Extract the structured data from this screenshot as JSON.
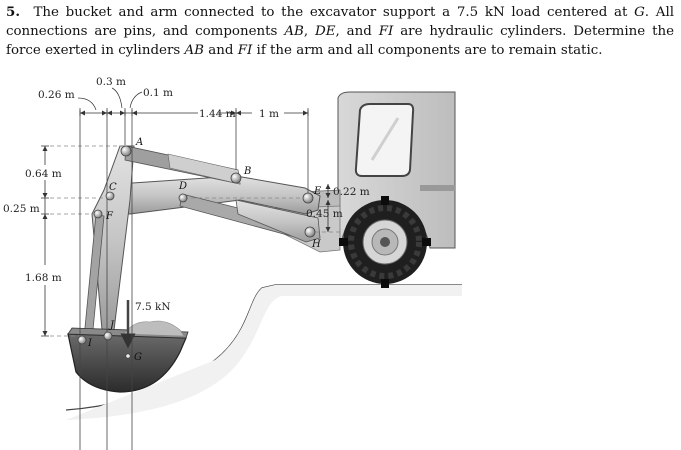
{
  "problem": {
    "number": "5.",
    "t1": "The bucket and arm connected to the excavator support a 7.5 kN load centered at ",
    "g": "G",
    "t2": ". All connections are pins, and components ",
    "ab": "AB",
    "c1": ", ",
    "de": "DE",
    "t3": ", and ",
    "fi": "FI",
    "t4": " are hydraulic cylinders. Determine the force exerted in cylinders ",
    "ab2": "AB",
    "t5": " and ",
    "fi2": "FI",
    "t6": " if the arm and all components are to remain static."
  },
  "dimensions": {
    "d026": "0.26 m",
    "d03": "0.3 m",
    "d01": "0.1 m",
    "d144": "1.44 m",
    "d1": "1 m",
    "d064": "0.64 m",
    "d025": "0.25 m",
    "d168": "1.68 m",
    "d022": "0.22 m",
    "d045": "0.45 m"
  },
  "load": "7.5 kN",
  "points": {
    "A": "A",
    "B": "B",
    "C": "C",
    "D": "D",
    "E": "E",
    "F": "F",
    "G": "G",
    "H": "H",
    "I": "I",
    "J": "J"
  }
}
